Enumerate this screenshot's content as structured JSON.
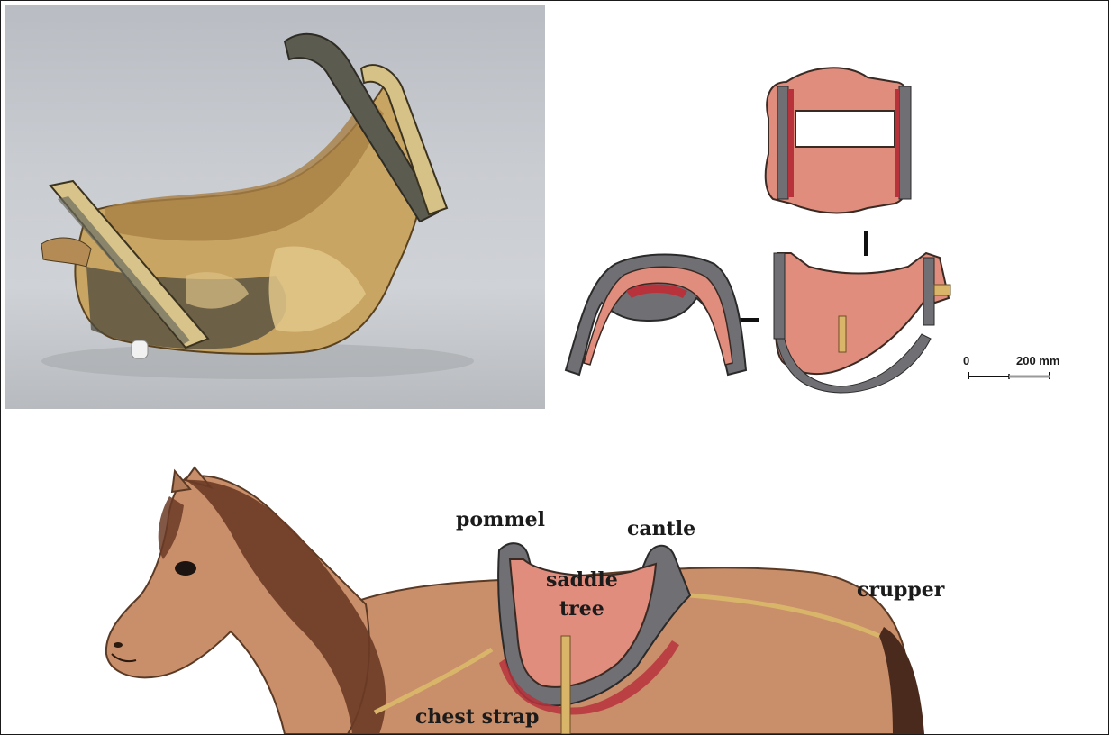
{
  "figure": {
    "colors": {
      "leather_red": "#d9776a",
      "dark_red": "#b8323c",
      "gray_panel": "#6f6f74",
      "wood_yellow": "#d9b56a",
      "horse_coat": "#c98e6a",
      "mane": "#6b3b26"
    },
    "scale_bar": {
      "start_label": "0",
      "end_label": "200 mm"
    },
    "horse_labels": {
      "pommel": "pommel",
      "cantle": "cantle",
      "saddle": "saddle",
      "tree": "tree",
      "crupper": "crupper",
      "chest_strap": "chest strap"
    }
  }
}
